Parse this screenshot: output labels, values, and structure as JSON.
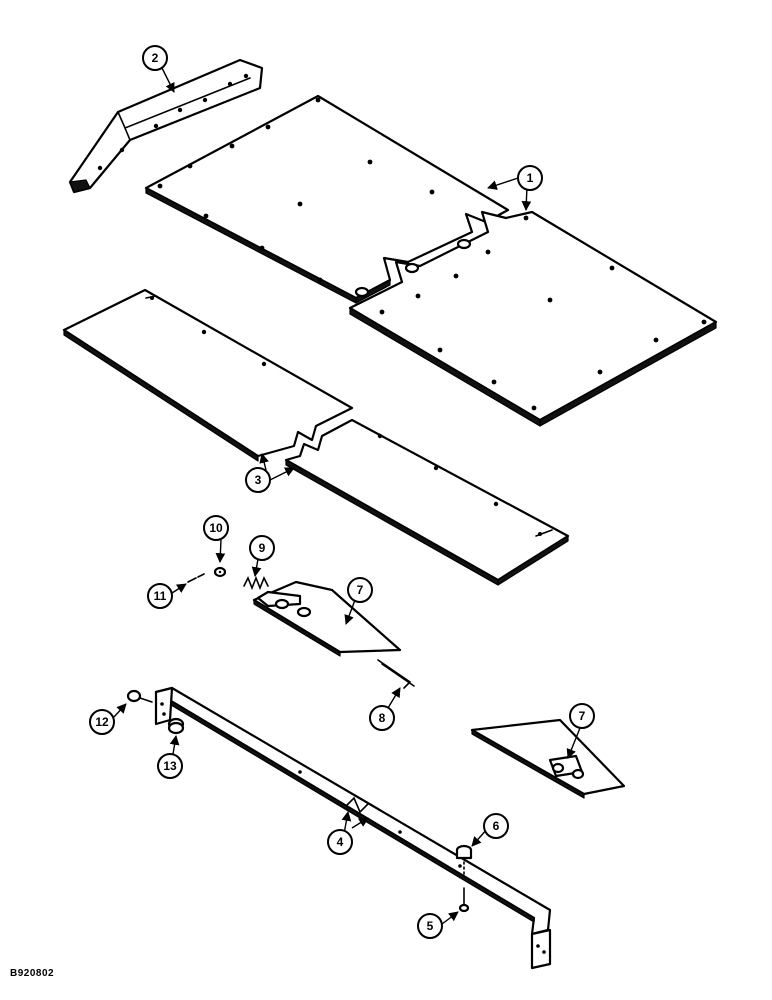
{
  "drawing_number": "B920802",
  "callouts": [
    {
      "id": "c1",
      "label": "1"
    },
    {
      "id": "c2",
      "label": "2"
    },
    {
      "id": "c3",
      "label": "3"
    },
    {
      "id": "c4",
      "label": "4"
    },
    {
      "id": "c5",
      "label": "5"
    },
    {
      "id": "c6",
      "label": "6"
    },
    {
      "id": "c7a",
      "label": "7"
    },
    {
      "id": "c7b",
      "label": "7"
    },
    {
      "id": "c8",
      "label": "8"
    },
    {
      "id": "c9",
      "label": "9"
    },
    {
      "id": "c10",
      "label": "10"
    },
    {
      "id": "c11",
      "label": "11"
    },
    {
      "id": "c12",
      "label": "12"
    },
    {
      "id": "c13",
      "label": "13"
    }
  ]
}
